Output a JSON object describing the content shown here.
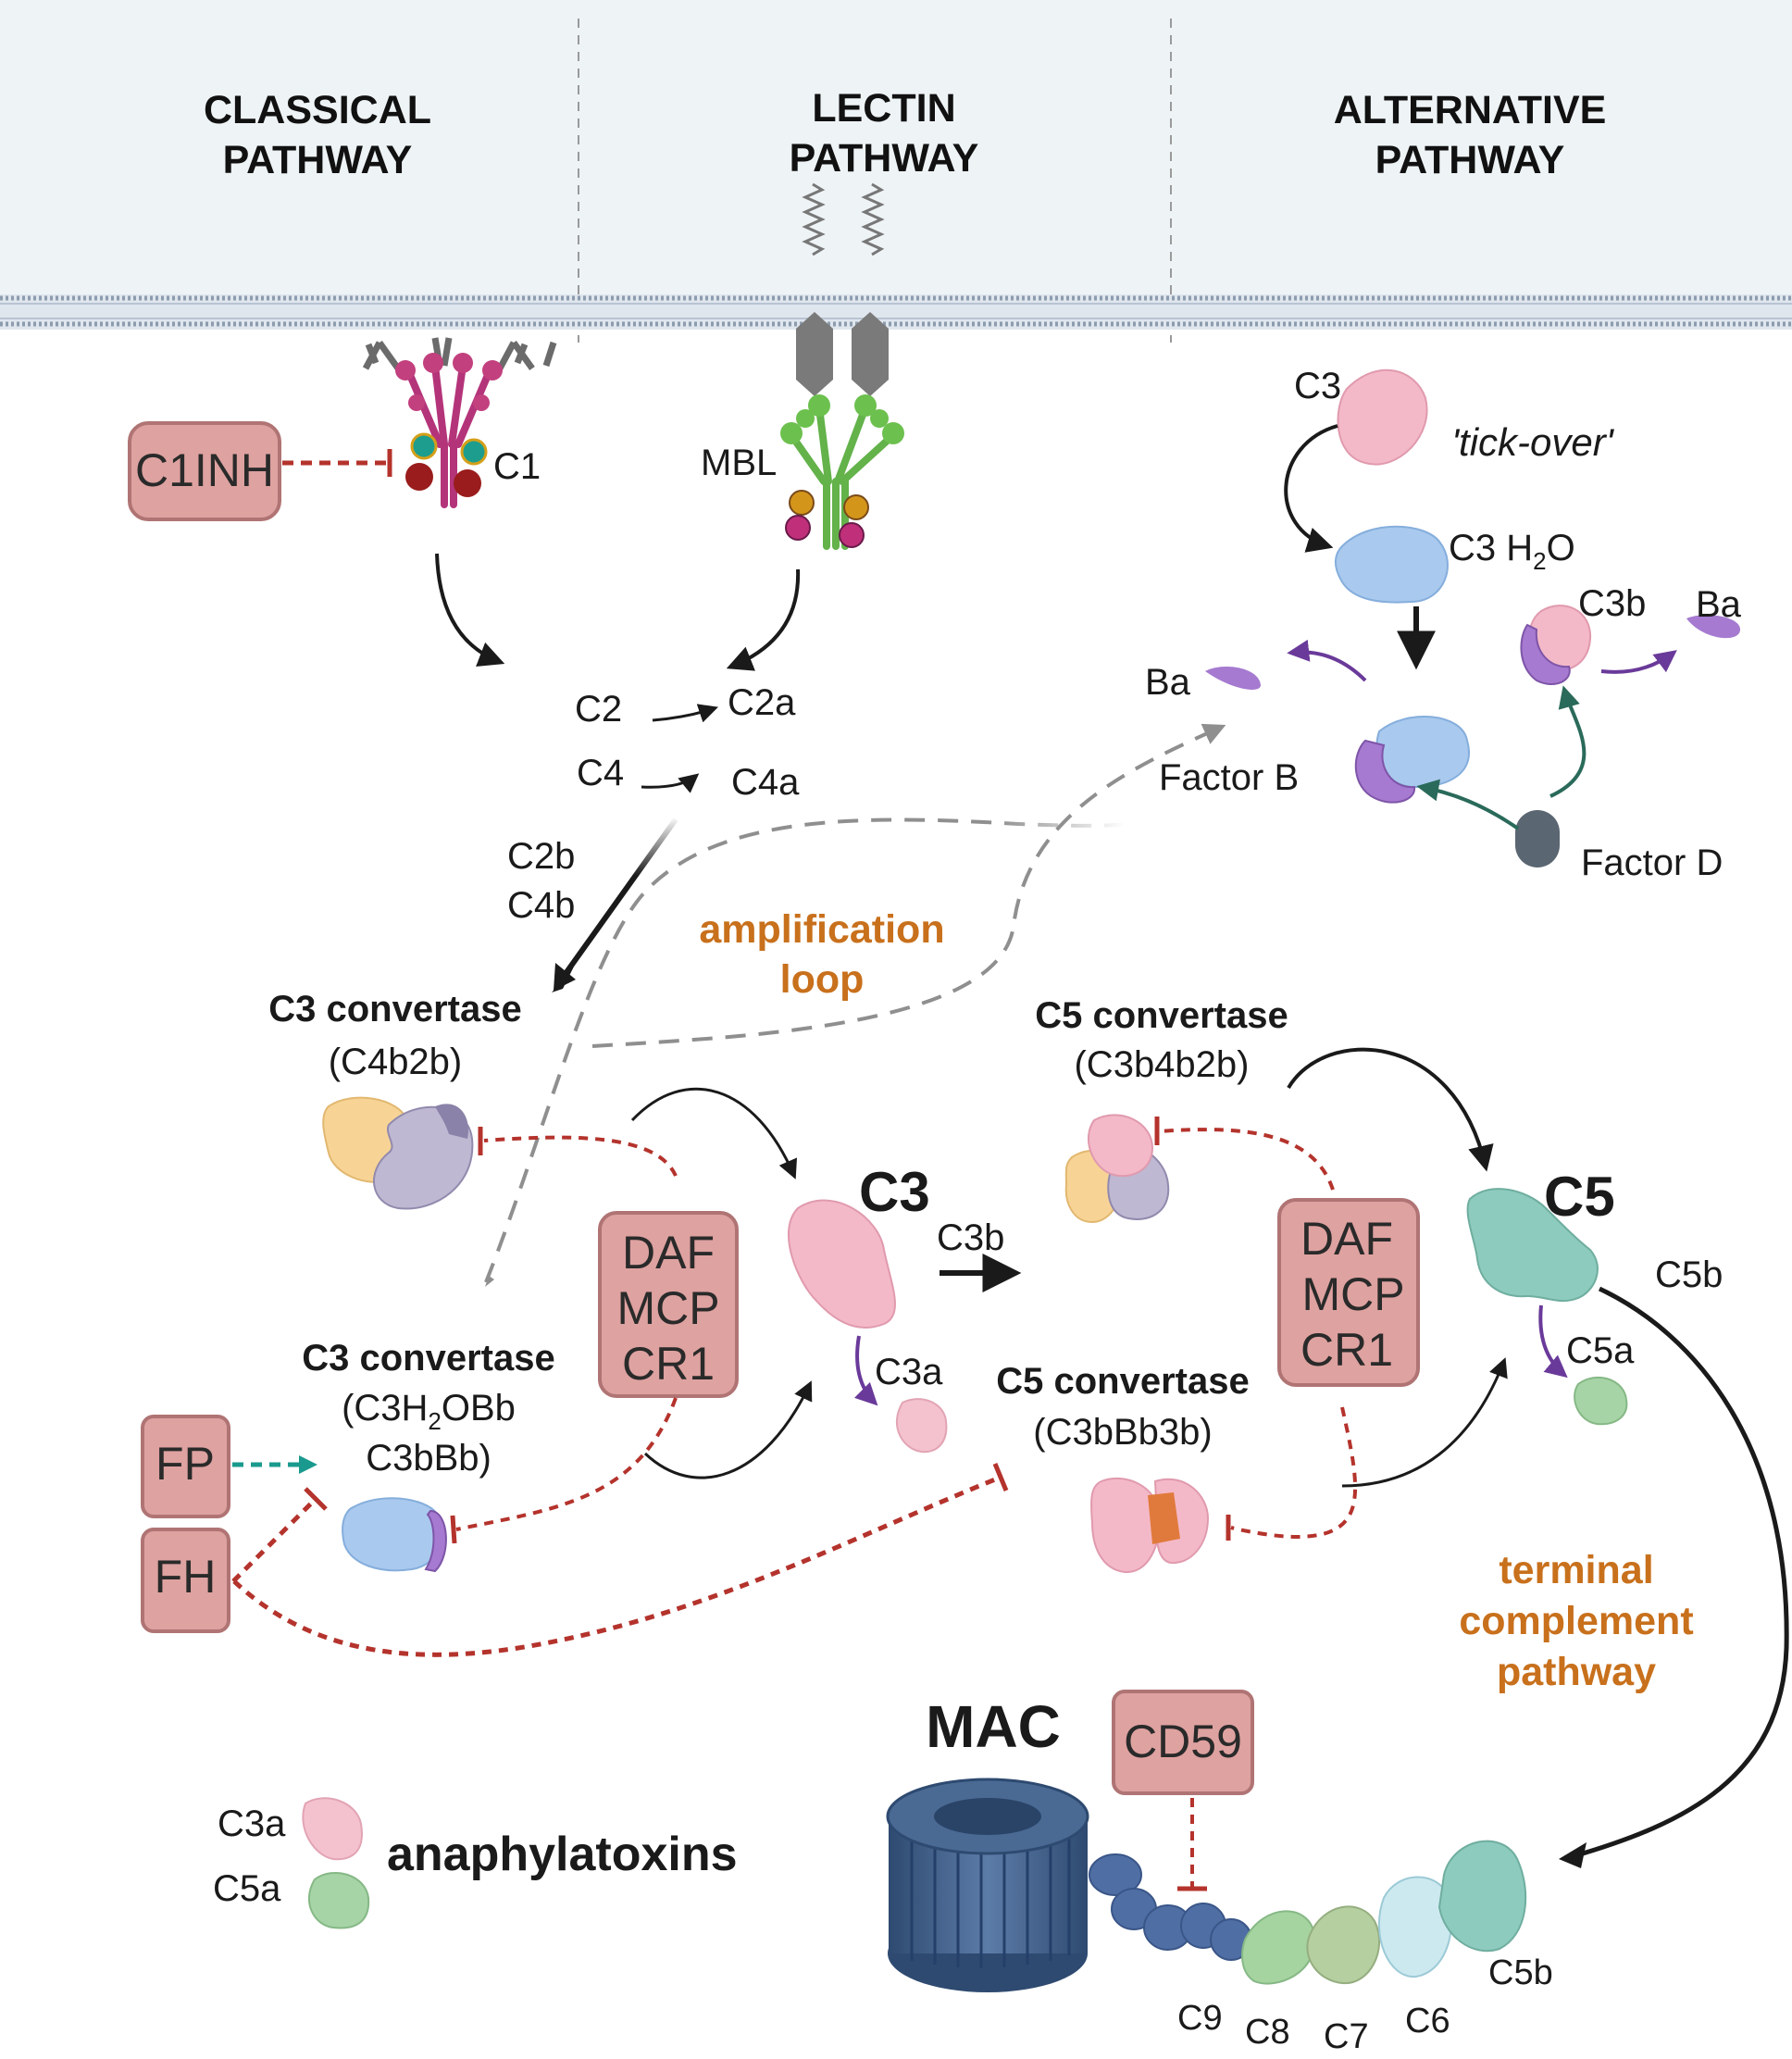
{
  "headers": {
    "classical": [
      "CLASSICAL",
      "PATHWAY"
    ],
    "lectin": [
      "LECTIN",
      "PATHWAY"
    ],
    "alternative": [
      "ALTERNATIVE",
      "PATHWAY"
    ]
  },
  "classical": {
    "c1": "C1",
    "inhibitor": "C1INH"
  },
  "lectin": {
    "mbl": "MBL"
  },
  "alternative": {
    "c3": "C3",
    "tick_over": "'tick-over'",
    "c3h2o_base": "C3 H",
    "c3h2o_sub": "2",
    "c3h2o_tail": "O",
    "c3b": "C3b",
    "ba_right": "Ba",
    "ba_left": "Ba",
    "factor_b": "Factor B",
    "factor_d": "Factor D"
  },
  "cleavage": {
    "c2": "C2",
    "c2a": "C2a",
    "c4": "C4",
    "c4a": "C4a",
    "c2b": "C2b",
    "c4b": "C4b"
  },
  "amplification": [
    "amplification",
    "loop"
  ],
  "convertases": {
    "c3_classical_title": "C3 convertase",
    "c3_classical_sub": "(C4b2b)",
    "c5_classical_title": "C5 convertase",
    "c5_classical_sub": "(C3b4b2b)",
    "c3_alt_title": "C3 convertase",
    "c3_alt_sub1_a": "(C3H",
    "c3_alt_sub1_sub": "2",
    "c3_alt_sub1_b": "OBb",
    "c3_alt_sub2": "C3bBb)",
    "c5_alt_title": "C5 convertase",
    "c5_alt_sub": "(C3bBb3b)"
  },
  "regulators": {
    "daf_left": [
      "DAF",
      "MCP",
      "CR1"
    ],
    "daf_right": [
      "DAF",
      "MCP",
      "CR1"
    ],
    "fp": "FP",
    "fh": "FH",
    "cd59": "CD59"
  },
  "central": {
    "c3": "C3",
    "c3b": "C3b",
    "c3a": "C3a",
    "c5": "C5",
    "c5b": "C5b",
    "c5a": "C5a"
  },
  "terminal": [
    "terminal",
    "complement",
    "pathway"
  ],
  "mac": {
    "title": "MAC",
    "components": [
      "C9",
      "C8",
      "C7",
      "C6",
      "C5b"
    ]
  },
  "legend": {
    "c3a": "C3a",
    "c5a": "C5a",
    "label": "anaphylatoxins"
  },
  "colors": {
    "header_bg": "#eef3f6",
    "membrane": "#9aa8b8",
    "regulator_fill": "#dea2a0",
    "inhibition": "#b4332c",
    "orange_text": "#c8701c",
    "c3_pink": "#f1b6c6",
    "c3_blue": "#a8c8ec",
    "factor_b_purple": "#a57ad0",
    "c5_teal": "#8ccbbd",
    "mac_blue": "#4a6a94",
    "fp_arrow": "#1a9a8e"
  }
}
